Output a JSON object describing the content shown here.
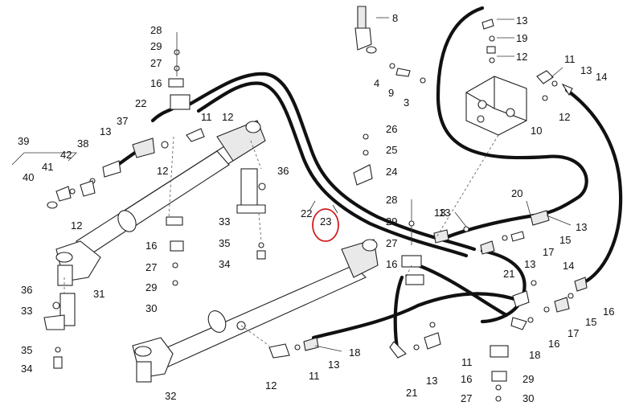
{
  "highlight_color": "#d21f1f",
  "callouts": [
    "28",
    "29",
    "27",
    "16",
    "22",
    "37",
    "11",
    "12",
    "13",
    "38",
    "39",
    "42",
    "41",
    "40",
    "12",
    "36",
    "33",
    "35",
    "34",
    "31",
    "16",
    "27",
    "29",
    "30",
    "8",
    "4",
    "9",
    "3",
    "13",
    "19",
    "12",
    "11",
    "13",
    "14",
    "10",
    "12",
    "26",
    "25",
    "24",
    "22",
    "23",
    "28",
    "29",
    "27",
    "16",
    "13",
    "20",
    "13",
    "15",
    "17",
    "21",
    "13",
    "14",
    "16",
    "15",
    "17",
    "16",
    "18",
    "12",
    "11",
    "13",
    "18",
    "21",
    "13",
    "11",
    "16",
    "29",
    "27",
    "30",
    "32",
    "36",
    "33",
    "35",
    "34",
    "12",
    "13"
  ]
}
